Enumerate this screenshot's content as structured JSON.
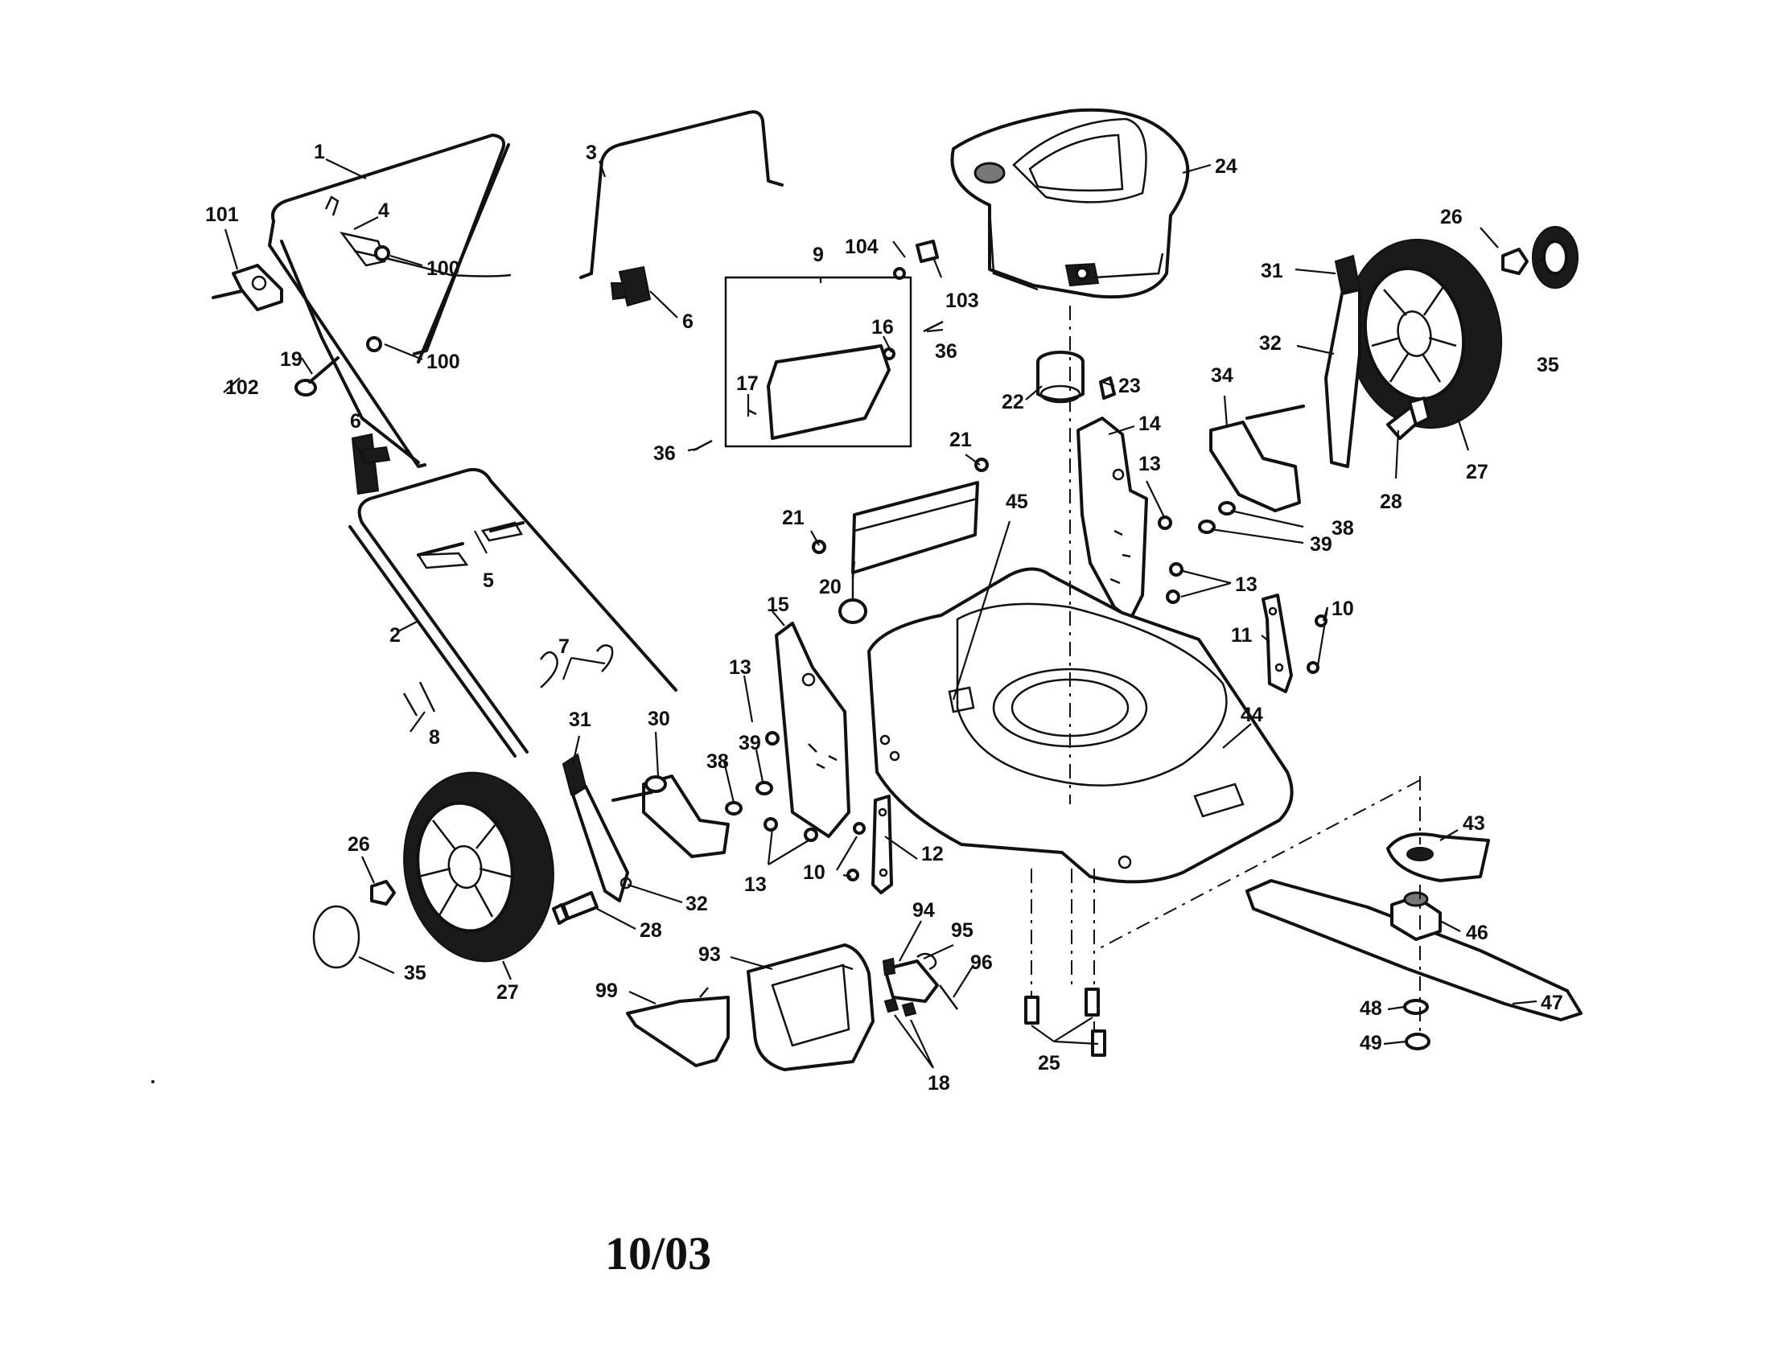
{
  "diagram": {
    "date_code": "10/03",
    "callouts": [
      {
        "id": "c1",
        "text": "1"
      },
      {
        "id": "c3",
        "text": "3"
      },
      {
        "id": "c24",
        "text": "24"
      },
      {
        "id": "c101",
        "text": "101"
      },
      {
        "id": "c4",
        "text": "4"
      },
      {
        "id": "c100a",
        "text": "100"
      },
      {
        "id": "c104",
        "text": "104"
      },
      {
        "id": "c103",
        "text": "103"
      },
      {
        "id": "c26a",
        "text": "26"
      },
      {
        "id": "c9",
        "text": "9"
      },
      {
        "id": "c6a",
        "text": "6"
      },
      {
        "id": "c16",
        "text": "16"
      },
      {
        "id": "c36a",
        "text": "36"
      },
      {
        "id": "c31a",
        "text": "31"
      },
      {
        "id": "c32a",
        "text": "32"
      },
      {
        "id": "c35a",
        "text": "35"
      },
      {
        "id": "c19",
        "text": "19"
      },
      {
        "id": "c100b",
        "text": "100"
      },
      {
        "id": "c102",
        "text": "102"
      },
      {
        "id": "c17",
        "text": "17"
      },
      {
        "id": "c23",
        "text": "23"
      },
      {
        "id": "c22",
        "text": "22"
      },
      {
        "id": "c34",
        "text": "34"
      },
      {
        "id": "c14",
        "text": "14"
      },
      {
        "id": "c6b",
        "text": "6"
      },
      {
        "id": "c36b",
        "text": "36"
      },
      {
        "id": "c21a",
        "text": "21"
      },
      {
        "id": "c27a",
        "text": "27"
      },
      {
        "id": "c28a",
        "text": "28"
      },
      {
        "id": "c13a",
        "text": "13"
      },
      {
        "id": "c45",
        "text": "45"
      },
      {
        "id": "c38a",
        "text": "38"
      },
      {
        "id": "c21b",
        "text": "21"
      },
      {
        "id": "c39a",
        "text": "39"
      },
      {
        "id": "c5",
        "text": "5"
      },
      {
        "id": "c20",
        "text": "20"
      },
      {
        "id": "c13b",
        "text": "13"
      },
      {
        "id": "c15",
        "text": "15"
      },
      {
        "id": "c10a",
        "text": "10"
      },
      {
        "id": "c11",
        "text": "11"
      },
      {
        "id": "c2",
        "text": "2"
      },
      {
        "id": "c7",
        "text": "7"
      },
      {
        "id": "c13c",
        "text": "13"
      },
      {
        "id": "c44",
        "text": "44"
      },
      {
        "id": "c8",
        "text": "8"
      },
      {
        "id": "c31b",
        "text": "31"
      },
      {
        "id": "c30",
        "text": "30"
      },
      {
        "id": "c38b",
        "text": "38"
      },
      {
        "id": "c39b",
        "text": "39"
      },
      {
        "id": "c43",
        "text": "43"
      },
      {
        "id": "c12",
        "text": "12"
      },
      {
        "id": "c26b",
        "text": "26"
      },
      {
        "id": "c13d",
        "text": "13"
      },
      {
        "id": "c10b",
        "text": "10"
      },
      {
        "id": "c32b",
        "text": "32"
      },
      {
        "id": "c94",
        "text": "94"
      },
      {
        "id": "c46",
        "text": "46"
      },
      {
        "id": "c28b",
        "text": "28"
      },
      {
        "id": "c95",
        "text": "95"
      },
      {
        "id": "c93",
        "text": "93"
      },
      {
        "id": "c96",
        "text": "96"
      },
      {
        "id": "c35b",
        "text": "35"
      },
      {
        "id": "c27b",
        "text": "27"
      },
      {
        "id": "c99",
        "text": "99"
      },
      {
        "id": "c47",
        "text": "47"
      },
      {
        "id": "c48",
        "text": "48"
      },
      {
        "id": "c18",
        "text": "18"
      },
      {
        "id": "c49",
        "text": "49"
      },
      {
        "id": "c25",
        "text": "25"
      }
    ]
  }
}
